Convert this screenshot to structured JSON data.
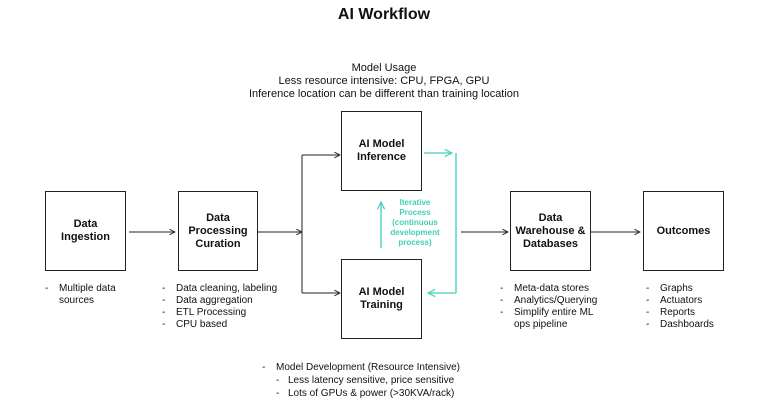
{
  "title": "AI Workflow",
  "usage": {
    "line1": "Model Usage",
    "line2": "Less resource intensive: CPU, FPGA, GPU",
    "line3": "Inference location can be different than training location"
  },
  "boxes": {
    "ingestion": "Data\nIngestion",
    "processing": "Data\nProcessing\nCuration",
    "inference": "AI Model\nInference",
    "training": "AI Model\nTraining",
    "warehouse": "Data\nWarehouse &\nDatabases",
    "outcomes": "Outcomes"
  },
  "iterative_label": "Iterative\nProcess\n(continuous\ndevelopment\nprocess)",
  "lists": {
    "ingestion": [
      "Multiple data",
      "sources"
    ],
    "processing": [
      "Data cleaning, labeling",
      "Data aggregation",
      "ETL Processing",
      "CPU based"
    ],
    "warehouse": [
      "Meta-data stores",
      "Analytics/Querying",
      "Simplify entire ML",
      "ops pipeline"
    ],
    "outcomes": [
      "Graphs",
      "Actuators",
      "Reports",
      "Dashboards"
    ]
  },
  "development": {
    "line1": "Model Development (Resource Intensive)",
    "line2": "Less latency sensitive, price sensitive",
    "line3": "Lots of GPUs & power (>30KVA/rack)"
  },
  "colors": {
    "iterative": "#3fd0b6",
    "border": "#222222"
  }
}
